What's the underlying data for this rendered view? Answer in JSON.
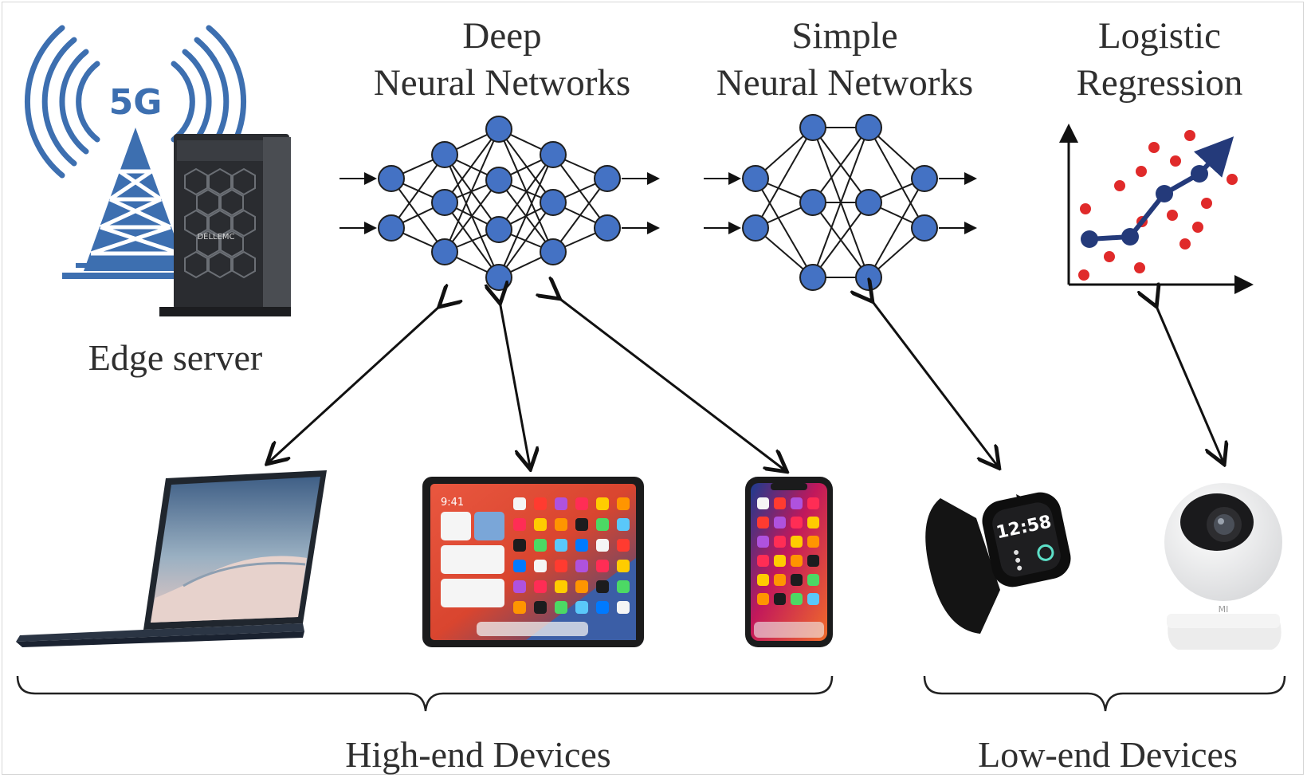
{
  "labels": {
    "deep_nn": [
      "Deep",
      "Neural Networks"
    ],
    "simple_nn": [
      "Simple",
      "Neural Networks"
    ],
    "logistic": [
      "Logistic",
      "Regression"
    ],
    "edge_server": "Edge server",
    "high_end": "High-end Devices",
    "low_end": "Low-end Devices",
    "tower_badge": "5G",
    "server_brand": "DELLEMC",
    "tablet_time": "9:41",
    "watch_time": "12:58",
    "camera_brand": "MI"
  },
  "colors": {
    "node_fill": "#4472c4",
    "node_stroke": "#1f1f1f",
    "tower_blue": "#3d6fb0",
    "trend_line": "#243a7a",
    "scatter_red": "#e02a2a",
    "arrow": "#111111"
  }
}
